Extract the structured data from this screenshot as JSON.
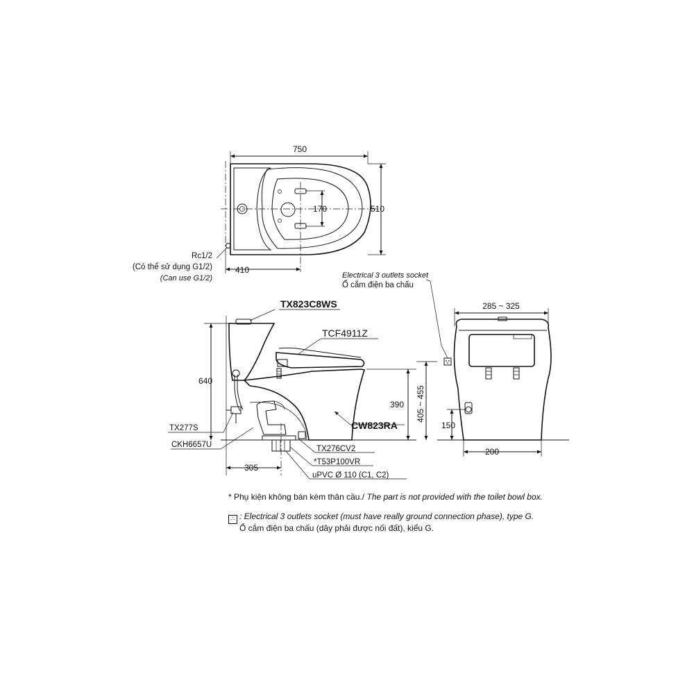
{
  "top_view": {
    "width_dim": "750",
    "depth_dim": "510",
    "seat_dim": "170",
    "rough_in_dim": "410",
    "supply_label": "Rc1/2",
    "supply_note_vi": "(Có thể sử dụng G1/2)",
    "supply_note_en": "(Can use G1/2)"
  },
  "side_view": {
    "tank_label": "TX823C8WS",
    "seat_label": "TCF4911Z",
    "bowl_label": "CW823RA",
    "valve_label": "TX277S",
    "hose_label": "CKH6657U",
    "flange_label": "TX276CV2",
    "adapter_label": "*T53P100VR",
    "pipe_label": "uPVC Ø 110 (C1, C2)",
    "height_dim": "640",
    "rim_dim": "390",
    "outlet_dim": "405 ~ 455",
    "center_dim": "305"
  },
  "front_view": {
    "socket_label_en": "Electrical 3 outlets socket",
    "socket_label_vi": "Ổ cắm điện ba chấu",
    "top_dim": "285 ~ 325",
    "supply_dim": "150",
    "base_dim": "200"
  },
  "notes": {
    "note1_prefix": "* Phụ kiện không bán kèm thân cầu./",
    "note1_en": "The part is not provided with the toilet bowl box.",
    "socket_icon": "socket-icon",
    "note2_en": ": Electrical 3 outlets socket (must have really ground connection phase), type G.",
    "note2_vi": "Ổ cắm điện ba chấu (dây phải được nối đất), kiểu G."
  }
}
